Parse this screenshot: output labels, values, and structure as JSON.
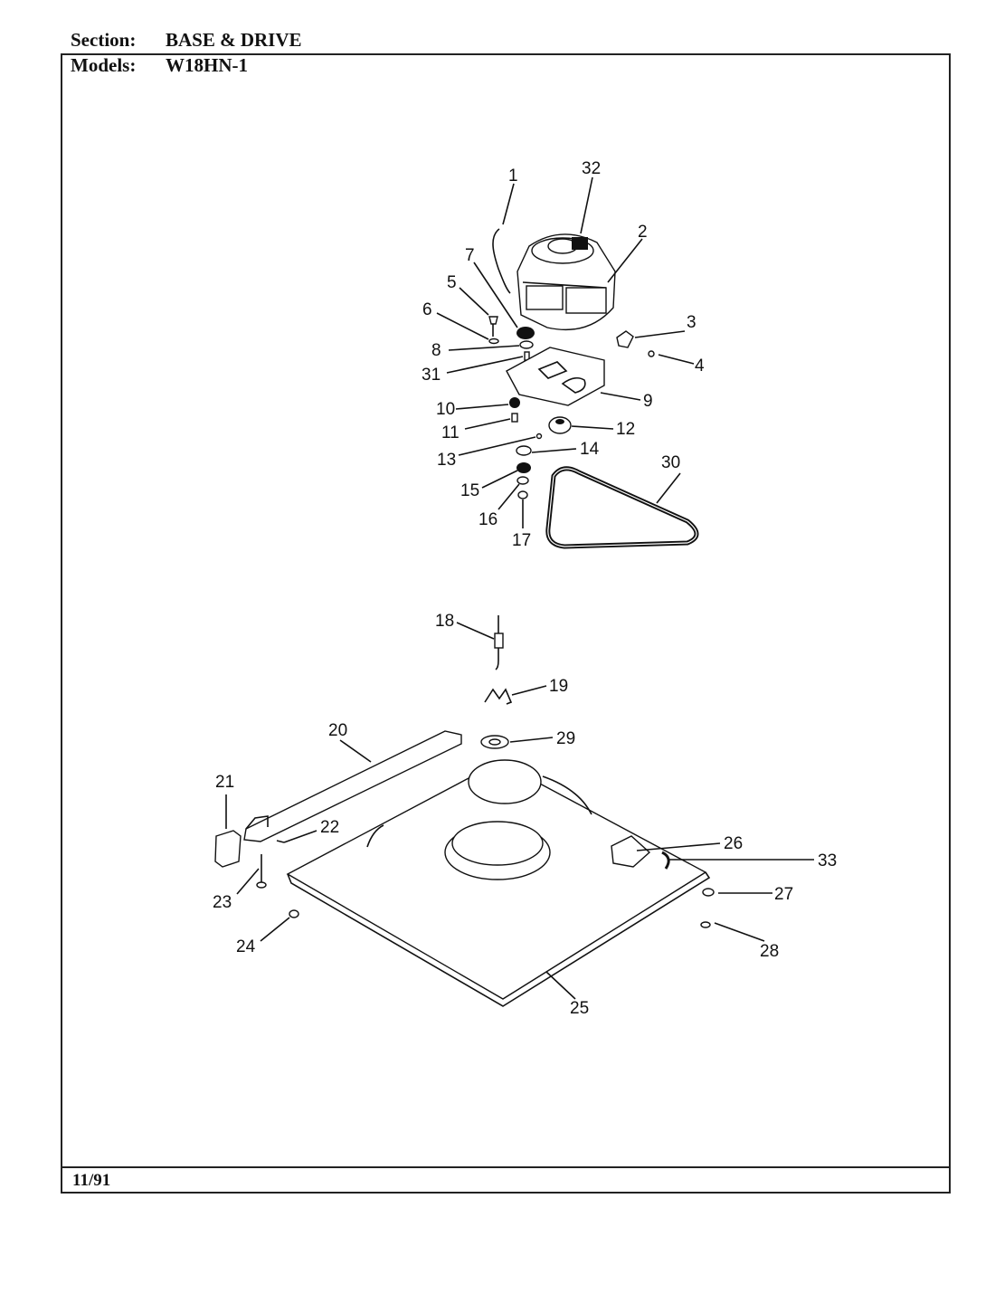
{
  "header": {
    "section_label": "Section:",
    "section_value": "BASE & DRIVE",
    "models_label": "Models:",
    "models_value": "W18HN-1"
  },
  "footer": {
    "date": "11/91"
  },
  "callouts": [
    "1",
    "2",
    "3",
    "4",
    "5",
    "6",
    "7",
    "8",
    "9",
    "10",
    "11",
    "12",
    "13",
    "14",
    "15",
    "16",
    "17",
    "18",
    "19",
    "20",
    "21",
    "22",
    "23",
    "24",
    "25",
    "26",
    "27",
    "28",
    "29",
    "30",
    "31",
    "32",
    "33"
  ]
}
